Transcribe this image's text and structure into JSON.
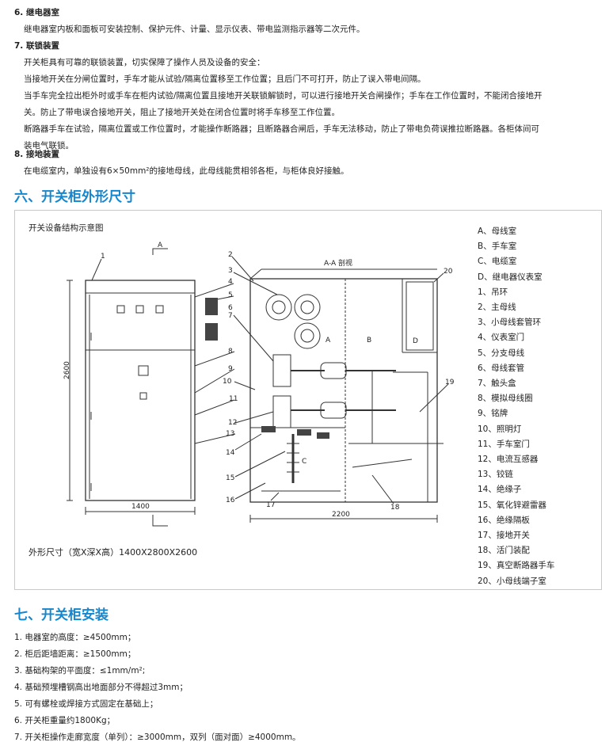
{
  "section6": {
    "heading": "6. 继电器室",
    "lines": [
      "继电器室内板和面板可安装控制、保护元件、计量、显示仪表、带电监测指示器等二次元件。"
    ]
  },
  "section7": {
    "heading": "7. 联锁装置",
    "lines": [
      "开关柜具有可靠的联锁装置，切实保障了操作人员及设备的安全：",
      "当接地开关在分闸位置时，手车才能从试验/隔离位置移至工作位置；且后门不可打开，防止了误入带电间隔。",
      "当手车完全拉出柜外时或手车在柜内试验/隔离位置且接地开关联锁解锁时，可以进行接地开关合闸操作；手车在工作位置时，不能闭合接地开",
      "关。防止了带电误合接地开关，阻止了接地开关处在闭合位置时将手车移至工作位置。",
      "断路器手车在试验，隔离位置或工作位置时，才能操作断路器；且断路器合闸后，手车无法移动，防止了带电负荷误推拉断路器。各柜体间可",
      "装电气联锁。"
    ]
  },
  "section8": {
    "heading": "8. 接地装置",
    "lines": [
      "在电缆室内，单独设有6×50mm²的接地母线，此母线能贯相邻各柜，与柜体良好接触。"
    ]
  },
  "heading_six": "六、开关柜外形尺寸",
  "diagram": {
    "title": "开关设备结构示意图",
    "section_label": "A-A 剖视",
    "arrow_label": "A",
    "dim_height": "2600",
    "dim_width_front": "1400",
    "dim_depth": "2200",
    "size_text": "外形尺寸（宽X深X高）1400X2800X2600",
    "room_labels": [
      "A",
      "B",
      "C",
      "D"
    ],
    "callouts": [
      "1",
      "2",
      "3",
      "4",
      "5",
      "6",
      "7",
      "8",
      "9",
      "10",
      "11",
      "12",
      "13",
      "14",
      "15",
      "16",
      "17",
      "18",
      "19",
      "20"
    ]
  },
  "legend": [
    "A、母线室",
    "B、手车室",
    "C、电缆室",
    "D、继电器仪表室",
    "1、吊环",
    "2、主母线",
    "3、小母线套管环",
    "4、仪表室门",
    "5、分支母线",
    "6、母线套管",
    "7、触头盒",
    "8、模拟母线圈",
    "9、铭牌",
    "10、照明灯",
    "11、手车室门",
    "12、电流互感器",
    "13、铰链",
    "14、绝缘子",
    "15、氧化锌避雷器",
    "16、绝缘隔板",
    "17、接地开关",
    "18、活门装配",
    "19、真空断路器手车",
    "20、小母线端子室"
  ],
  "heading_seven": "七、开关柜安装",
  "install": [
    "1.  电器室的高度：≥4500mm；",
    "2.  柜后距墙距离：≥1500mm；",
    "3.  基础构架的平面度：≤1mm/m²;",
    "4.  基础预埋槽钢高出地面部分不得超过3mm；",
    "5.  可有螺栓或焊接方式固定在基础上；",
    "6.  开关柜重量约1800Kg；",
    "7.  开关柜操作走廊宽度（单列）：≥3000mm，双列（面对面）≥4000mm。"
  ],
  "colors": {
    "heading_blue": "#1487cf",
    "line": "#333333"
  }
}
